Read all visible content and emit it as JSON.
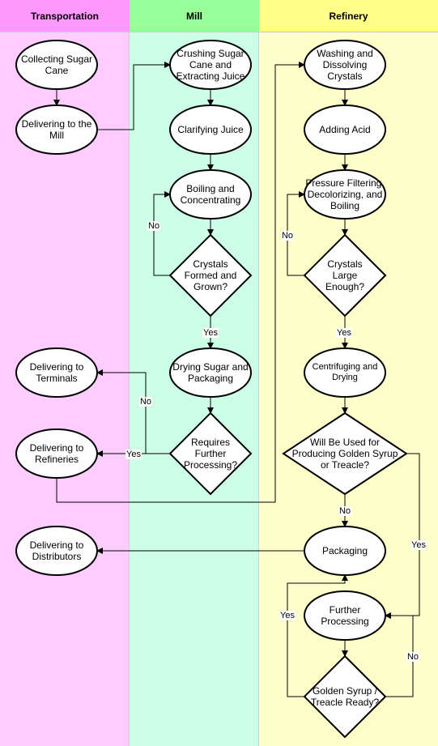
{
  "lanes": {
    "transportation": "Transportation",
    "mill": "Mill",
    "refinery": "Refinery"
  },
  "colors": {
    "transportation_header": "#ff99ff",
    "transportation_lane": "#ffccff",
    "mill_header": "#99ff99",
    "mill_lane": "#ccffe6",
    "refinery_header": "#ffff88",
    "refinery_lane": "#ffffcc",
    "stroke": "#000000"
  },
  "nodes": {
    "collecting": "Collecting Sugar Cane",
    "deliver_mill": "Delivering to the Mill",
    "deliver_terminals": "Delivering to Terminals",
    "deliver_refineries": "Delivering to Refineries",
    "deliver_distributors": "Delivering to Distributors",
    "crushing": "Crushing Sugar Cane and Extracting Juice",
    "clarifying": "Clarifying Juice",
    "boiling": "Boiling and Concentrating",
    "crystals_formed": "Crystals Formed and Grown?",
    "drying_pack": "Drying Sugar and Packaging",
    "requires_further": "Requires Further Processing?",
    "washing": "Washing and Dissolving Crystals",
    "adding_acid": "Adding Acid",
    "pressure": "Pressure Filtering, Decolorizing, and Boiling",
    "crystals_large": "Crystals Large Enough?",
    "centrifuging": "Centrifuging and Drying",
    "golden_syrup_q": "Will Be Used for Producing Golden Syrup or Treacle?",
    "packaging": "Packaging",
    "further_processing": "Further Processing",
    "golden_ready": "Golden Syrup / Treacle Ready?"
  },
  "edge_labels": {
    "no_1": "No",
    "yes_1": "Yes",
    "no_2": "No",
    "yes_2": "Yes",
    "no_3": "No",
    "yes_3": "Yes",
    "no_4": "No",
    "yes_4": "Yes",
    "yes_5": "Yes",
    "no_5": "No"
  }
}
